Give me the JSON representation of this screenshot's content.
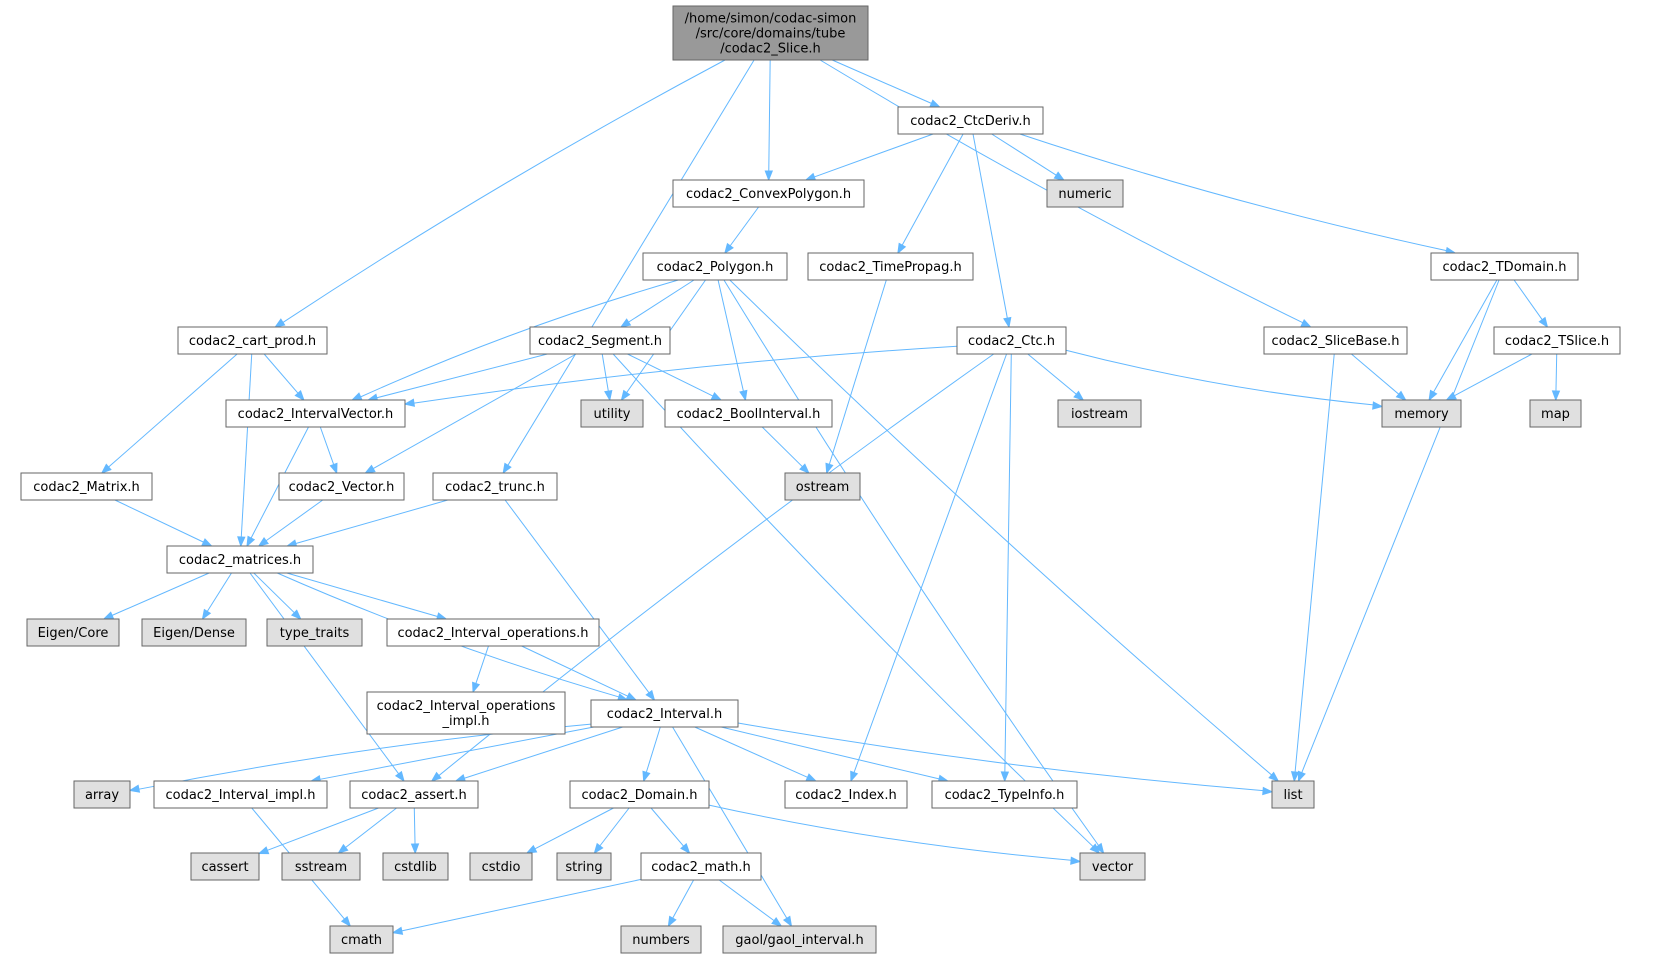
{
  "colors": {
    "root_fill": "#999999",
    "project_fill": "#ffffff",
    "system_fill": "#e0e0e0",
    "border": "#666666",
    "edge": "#63b8ff",
    "text": "#000000"
  },
  "nodes": [
    {
      "id": "root",
      "kind": "root",
      "lines": [
        "/home/simon/codac-simon",
        "/src/core/domains/tube",
        "/codac2_Slice.h"
      ]
    },
    {
      "id": "cart_prod",
      "kind": "project",
      "lines": [
        "codac2_cart_prod.h"
      ]
    },
    {
      "id": "trunc",
      "kind": "project",
      "lines": [
        "codac2_trunc.h"
      ]
    },
    {
      "id": "convexpolygon",
      "kind": "project",
      "lines": [
        "codac2_ConvexPolygon.h"
      ]
    },
    {
      "id": "ctcderiv",
      "kind": "project",
      "lines": [
        "codac2_CtcDeriv.h"
      ]
    },
    {
      "id": "slicebase",
      "kind": "project",
      "lines": [
        "codac2_SliceBase.h"
      ]
    },
    {
      "id": "numeric",
      "kind": "system",
      "lines": [
        "numeric"
      ]
    },
    {
      "id": "polygon",
      "kind": "project",
      "lines": [
        "codac2_Polygon.h"
      ]
    },
    {
      "id": "timepropag",
      "kind": "project",
      "lines": [
        "codac2_TimePropag.h"
      ]
    },
    {
      "id": "tdomain",
      "kind": "project",
      "lines": [
        "codac2_TDomain.h"
      ]
    },
    {
      "id": "segment",
      "kind": "project",
      "lines": [
        "codac2_Segment.h"
      ]
    },
    {
      "id": "ctc",
      "kind": "project",
      "lines": [
        "codac2_Ctc.h"
      ]
    },
    {
      "id": "tslice",
      "kind": "project",
      "lines": [
        "codac2_TSlice.h"
      ]
    },
    {
      "id": "intervalvector",
      "kind": "project",
      "lines": [
        "codac2_IntervalVector.h"
      ]
    },
    {
      "id": "utility",
      "kind": "system",
      "lines": [
        "utility"
      ]
    },
    {
      "id": "boolinterval",
      "kind": "project",
      "lines": [
        "codac2_BoolInterval.h"
      ]
    },
    {
      "id": "iostream",
      "kind": "system",
      "lines": [
        "iostream"
      ]
    },
    {
      "id": "memory",
      "kind": "system",
      "lines": [
        "memory"
      ]
    },
    {
      "id": "map",
      "kind": "system",
      "lines": [
        "map"
      ]
    },
    {
      "id": "matrix",
      "kind": "project",
      "lines": [
        "codac2_Matrix.h"
      ]
    },
    {
      "id": "vector_h",
      "kind": "project",
      "lines": [
        "codac2_Vector.h"
      ]
    },
    {
      "id": "ostream",
      "kind": "system",
      "lines": [
        "ostream"
      ]
    },
    {
      "id": "matrices",
      "kind": "project",
      "lines": [
        "codac2_matrices.h"
      ]
    },
    {
      "id": "eigencore",
      "kind": "system",
      "lines": [
        "Eigen/Core"
      ]
    },
    {
      "id": "eigendense",
      "kind": "system",
      "lines": [
        "Eigen/Dense"
      ]
    },
    {
      "id": "typetraits",
      "kind": "system",
      "lines": [
        "type_traits"
      ]
    },
    {
      "id": "intervalops",
      "kind": "project",
      "lines": [
        "codac2_Interval_operations.h"
      ]
    },
    {
      "id": "intervalopsimpl",
      "kind": "project",
      "lines": [
        "codac2_Interval_operations",
        "_impl.h"
      ]
    },
    {
      "id": "interval",
      "kind": "project",
      "lines": [
        "codac2_Interval.h"
      ]
    },
    {
      "id": "array",
      "kind": "system",
      "lines": [
        "array"
      ]
    },
    {
      "id": "intervalimpl",
      "kind": "project",
      "lines": [
        "codac2_Interval_impl.h"
      ]
    },
    {
      "id": "assert",
      "kind": "project",
      "lines": [
        "codac2_assert.h"
      ]
    },
    {
      "id": "domain",
      "kind": "project",
      "lines": [
        "codac2_Domain.h"
      ]
    },
    {
      "id": "index",
      "kind": "project",
      "lines": [
        "codac2_Index.h"
      ]
    },
    {
      "id": "typeinfo",
      "kind": "project",
      "lines": [
        "codac2_TypeInfo.h"
      ]
    },
    {
      "id": "list",
      "kind": "system",
      "lines": [
        "list"
      ]
    },
    {
      "id": "cassert",
      "kind": "system",
      "lines": [
        "cassert"
      ]
    },
    {
      "id": "sstream",
      "kind": "system",
      "lines": [
        "sstream"
      ]
    },
    {
      "id": "cstdlib",
      "kind": "system",
      "lines": [
        "cstdlib"
      ]
    },
    {
      "id": "cstdio",
      "kind": "system",
      "lines": [
        "cstdio"
      ]
    },
    {
      "id": "string",
      "kind": "system",
      "lines": [
        "string"
      ]
    },
    {
      "id": "math",
      "kind": "project",
      "lines": [
        "codac2_math.h"
      ]
    },
    {
      "id": "vector",
      "kind": "system",
      "lines": [
        "vector"
      ]
    },
    {
      "id": "cmath",
      "kind": "system",
      "lines": [
        "cmath"
      ]
    },
    {
      "id": "numbers",
      "kind": "system",
      "lines": [
        "numbers"
      ]
    },
    {
      "id": "gaol",
      "kind": "system",
      "lines": [
        "gaol/gaol_interval.h"
      ]
    }
  ],
  "edges": [
    [
      "root",
      "cart_prod"
    ],
    [
      "root",
      "trunc"
    ],
    [
      "root",
      "convexpolygon"
    ],
    [
      "root",
      "ctcderiv"
    ],
    [
      "root",
      "slicebase"
    ],
    [
      "cart_prod",
      "intervalvector"
    ],
    [
      "cart_prod",
      "matrix"
    ],
    [
      "cart_prod",
      "matrices"
    ],
    [
      "trunc",
      "matrices"
    ],
    [
      "trunc",
      "interval"
    ],
    [
      "convexpolygon",
      "polygon"
    ],
    [
      "ctcderiv",
      "convexpolygon"
    ],
    [
      "ctcderiv",
      "numeric"
    ],
    [
      "ctcderiv",
      "timepropag"
    ],
    [
      "ctcderiv",
      "ctc"
    ],
    [
      "ctcderiv",
      "tdomain"
    ],
    [
      "slicebase",
      "memory"
    ],
    [
      "slicebase",
      "list"
    ],
    [
      "polygon",
      "intervalvector"
    ],
    [
      "polygon",
      "segment"
    ],
    [
      "polygon",
      "utility"
    ],
    [
      "polygon",
      "boolinterval"
    ],
    [
      "polygon",
      "list"
    ],
    [
      "polygon",
      "vector"
    ],
    [
      "timepropag",
      "ostream"
    ],
    [
      "tdomain",
      "memory"
    ],
    [
      "tdomain",
      "tslice"
    ],
    [
      "tdomain",
      "list"
    ],
    [
      "tslice",
      "memory"
    ],
    [
      "tslice",
      "map"
    ],
    [
      "segment",
      "intervalvector"
    ],
    [
      "segment",
      "utility"
    ],
    [
      "segment",
      "boolinterval"
    ],
    [
      "segment",
      "vector_h"
    ],
    [
      "segment",
      "vector"
    ],
    [
      "ctc",
      "intervalvector"
    ],
    [
      "ctc",
      "iostream"
    ],
    [
      "ctc",
      "memory"
    ],
    [
      "ctc",
      "assert"
    ],
    [
      "ctc",
      "index"
    ],
    [
      "ctc",
      "typeinfo"
    ],
    [
      "intervalvector",
      "vector_h"
    ],
    [
      "intervalvector",
      "matrices"
    ],
    [
      "boolinterval",
      "ostream"
    ],
    [
      "matrix",
      "matrices"
    ],
    [
      "vector_h",
      "matrices"
    ],
    [
      "matrices",
      "eigencore"
    ],
    [
      "matrices",
      "eigendense"
    ],
    [
      "matrices",
      "typetraits"
    ],
    [
      "matrices",
      "intervalops"
    ],
    [
      "matrices",
      "interval"
    ],
    [
      "matrices",
      "assert"
    ],
    [
      "intervalops",
      "intervalopsimpl"
    ],
    [
      "intervalops",
      "interval"
    ],
    [
      "interval",
      "array"
    ],
    [
      "interval",
      "intervalimpl"
    ],
    [
      "interval",
      "assert"
    ],
    [
      "interval",
      "domain"
    ],
    [
      "interval",
      "index"
    ],
    [
      "interval",
      "typeinfo"
    ],
    [
      "interval",
      "list"
    ],
    [
      "interval",
      "gaol"
    ],
    [
      "intervalimpl",
      "cmath"
    ],
    [
      "assert",
      "cassert"
    ],
    [
      "assert",
      "sstream"
    ],
    [
      "assert",
      "cstdlib"
    ],
    [
      "domain",
      "cstdio"
    ],
    [
      "domain",
      "string"
    ],
    [
      "domain",
      "math"
    ],
    [
      "domain",
      "vector"
    ],
    [
      "math",
      "cmath"
    ],
    [
      "math",
      "numbers"
    ],
    [
      "math",
      "gaol"
    ]
  ]
}
